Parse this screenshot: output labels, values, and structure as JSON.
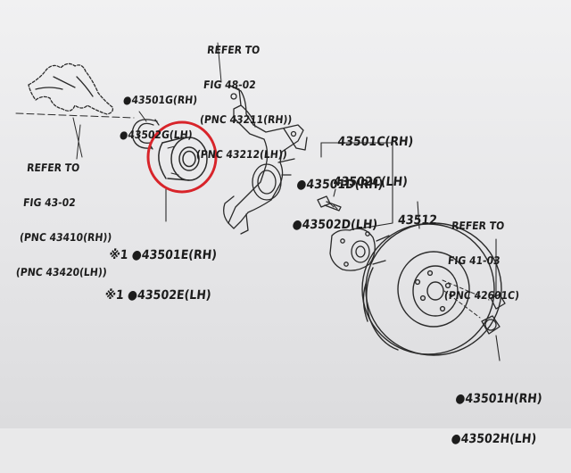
{
  "labels": {
    "knuckle_ref": {
      "line1": "REFER TO",
      "line2": "FIG 48-02",
      "line3": "(PNC 43211(RH))",
      "line4": "(PNC 43212(LH))"
    },
    "snap_ring": {
      "rh": "●43501G(RH)",
      "lh": "●43502G(LH)"
    },
    "axle_ref": {
      "line1": "REFER TO",
      "line2": "FIG 43-02",
      "line3": "(PNC 43410(RH))",
      "line4": "(PNC 43420(LH))"
    },
    "bearing": {
      "rh": "※1 ●43501E(RH)",
      "lh": "※1 ●43502E(LH)"
    },
    "hub": {
      "rh": "43501C(RH)",
      "lh": "43502C(LH)"
    },
    "bolt": {
      "rh": "●43501D(RH)",
      "lh": "●43502D(LH)"
    },
    "disc": {
      "number": "43512"
    },
    "brake_ref": {
      "line1": "REFER TO",
      "line2": "FIG 41-03",
      "line3": "(PNC 42601C)"
    },
    "nut": {
      "rh": "●43501H(RH)",
      "lh": "●43502H(LH)"
    }
  },
  "colors": {
    "highlight": "#d8242a",
    "ink": "#1c1c1c"
  }
}
